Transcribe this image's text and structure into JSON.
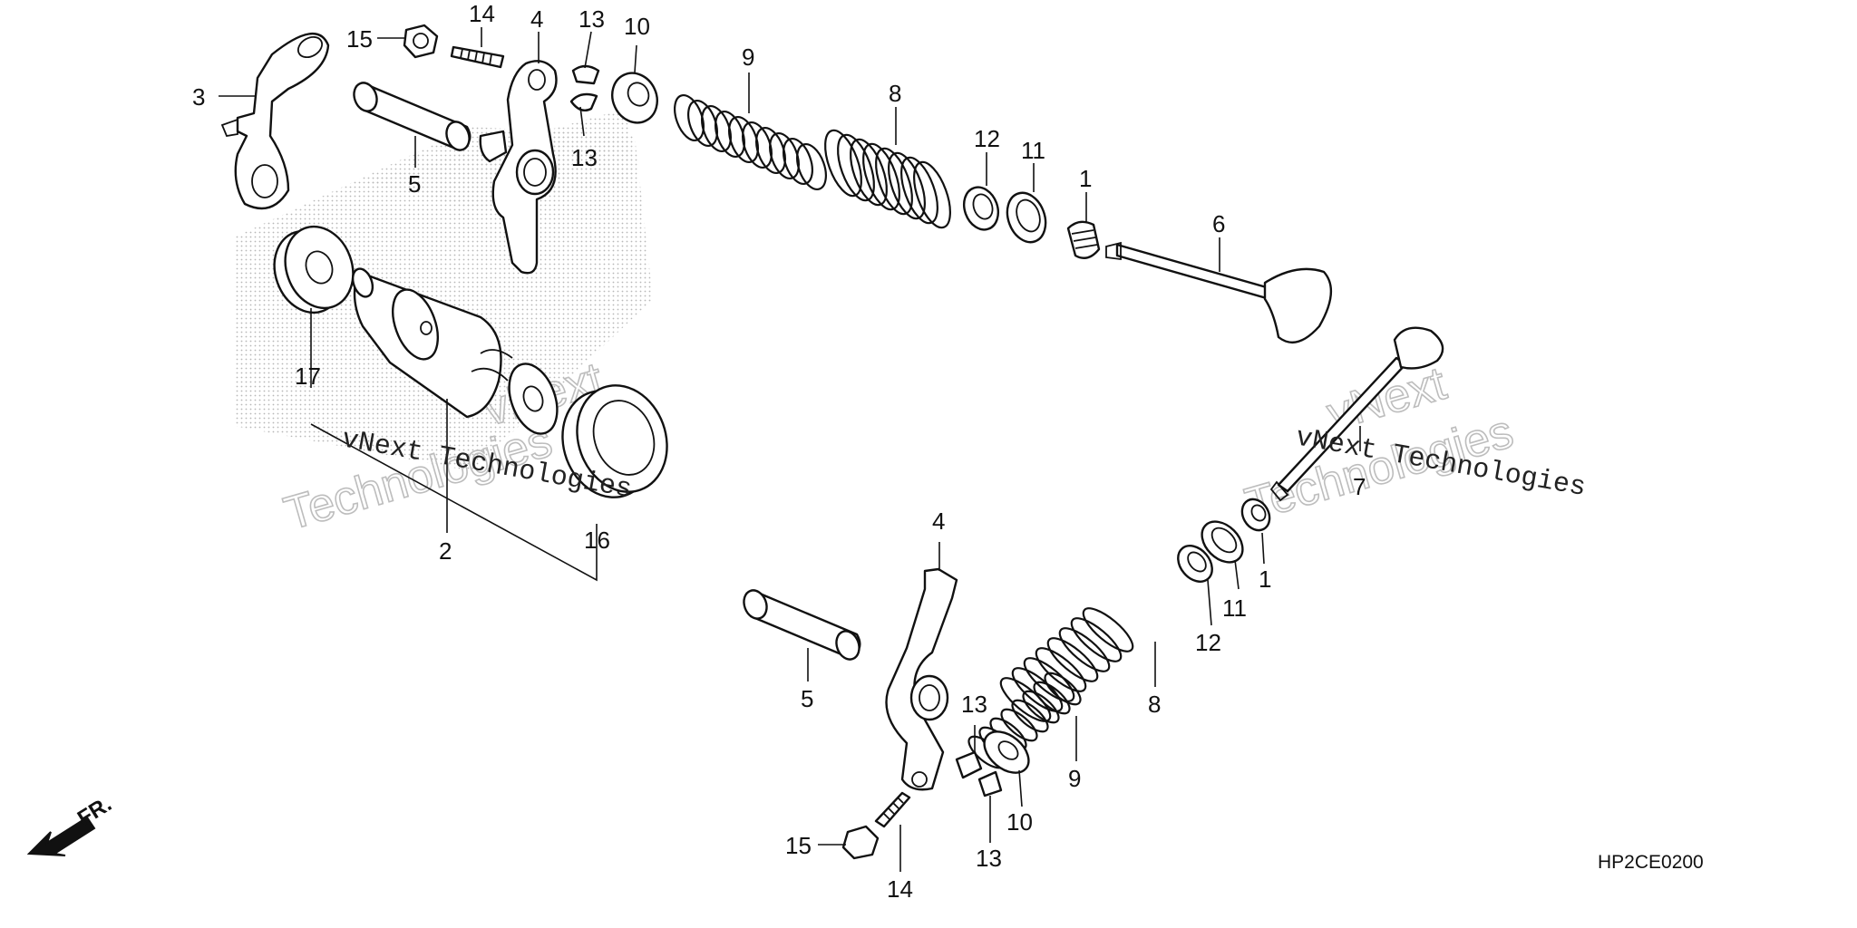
{
  "diagram": {
    "code": "HP2CE0200",
    "front_label": "FR.",
    "watermark_small": "vNext Technologies",
    "watermark_line1": "vNext",
    "watermark_line2": "Technologies",
    "callouts": {
      "c1": "1",
      "c1b": "1",
      "c2": "2",
      "c3": "3",
      "c4": "4",
      "c4b": "4",
      "c5": "5",
      "c5b": "5",
      "c6": "6",
      "c7": "7",
      "c8": "8",
      "c8b": "8",
      "c9": "9",
      "c9b": "9",
      "c10": "10",
      "c10b": "10",
      "c11": "11",
      "c11b": "11",
      "c12": "12",
      "c12b": "12",
      "c13": "13",
      "c13b": "13",
      "c13c": "13",
      "c13d": "13",
      "c14": "14",
      "c14b": "14",
      "c15": "15",
      "c15b": "15",
      "c16": "16",
      "c17": "17"
    }
  }
}
